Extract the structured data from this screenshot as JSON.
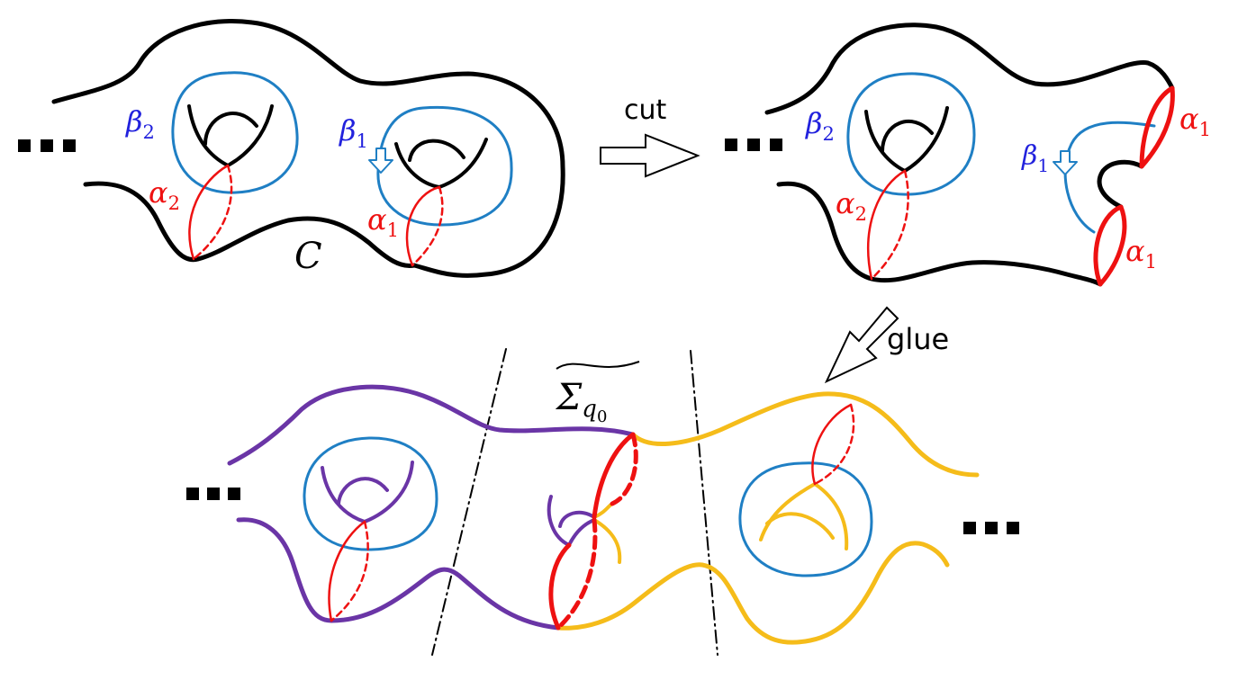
{
  "labels": {
    "beta2_top": {
      "main": "β",
      "sub": "2"
    },
    "beta1_top": {
      "main": "β",
      "sub": "1"
    },
    "alpha2_top": {
      "main": "α",
      "sub": "2"
    },
    "alpha1_top": {
      "main": "α",
      "sub": "1"
    },
    "curve_c": "C",
    "beta2_cut": {
      "main": "β",
      "sub": "2"
    },
    "beta1_cut": {
      "main": "β",
      "sub": "1"
    },
    "alpha2_cut": {
      "main": "α",
      "sub": "2"
    },
    "alpha1_cut_upper": {
      "main": "α",
      "sub": "1"
    },
    "alpha1_cut_lower": {
      "main": "α",
      "sub": "1"
    },
    "sigma": {
      "main": "Σ",
      "sub": "q",
      "subsub": "0"
    }
  },
  "arrows": {
    "cut": "cut",
    "glue": "glue"
  },
  "colors": {
    "curve": "#000000",
    "alpha": "#ee1111",
    "beta": "#1f7fc4",
    "beta_label": "#2222dd",
    "cover_left": "#6a35a6",
    "cover_right": "#f5bc1a"
  }
}
